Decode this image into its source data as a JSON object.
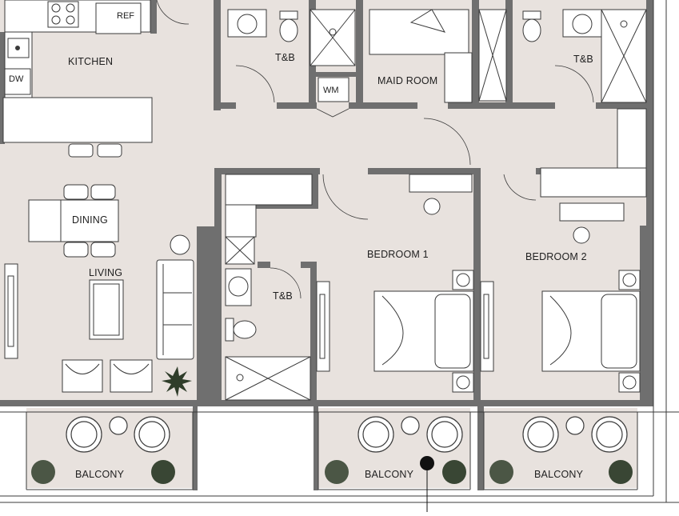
{
  "rooms": {
    "kitchen": "KITCHEN",
    "living": "LIVING",
    "dining": "DINING",
    "maid_room": "MAID ROOM",
    "tb_maid": "T&B",
    "tb_top_right": "T&B",
    "tb_center": "T&B",
    "bedroom_1": "BEDROOM 1",
    "bedroom_2": "BEDROOM 2",
    "balcony_left": "BALCONY",
    "balcony_center": "BALCONY",
    "balcony_right": "BALCONY"
  },
  "fixtures": {
    "refrigerator": "REF",
    "dishwasher": "DW",
    "washing_machine": "WM"
  },
  "colors": {
    "floor": "#e8e2de",
    "wall": "#6f6f6f",
    "line": "#3a3a3a",
    "background": "#ffffff",
    "plant": "#2f3d2a",
    "marker": "#111111"
  }
}
